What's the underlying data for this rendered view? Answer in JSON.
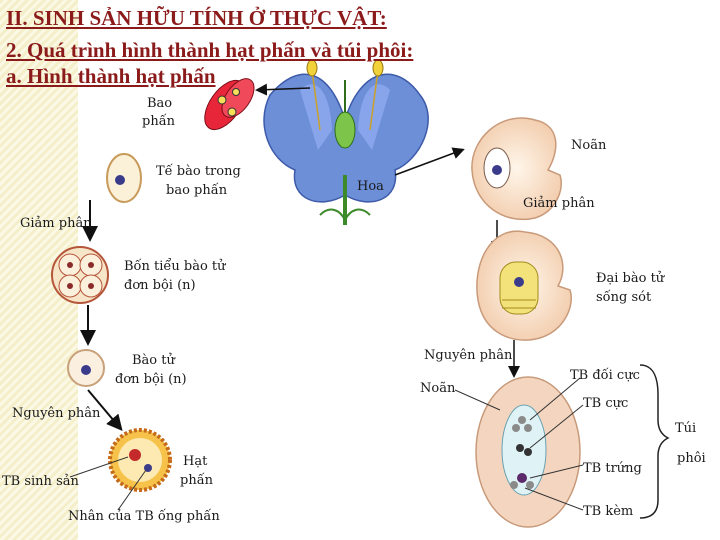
{
  "title": {
    "line1": "II. SINH SẢN HỮU TÍNH Ở THỰC VẬT:",
    "line2": "2. Quá trình hình thành hạt phấn và túi phôi:",
    "line3": "a. Hình thành hạt phấn"
  },
  "labels": {
    "bao_phan_1": "Bao",
    "bao_phan_2": "phấn",
    "noan_top": "Noãn",
    "hoa": "Hoa",
    "te_bao_1": "Tế bào trong",
    "te_bao_2": "bao phấn",
    "giam_phan_right": "Giảm phân",
    "giam_phan_left": "Giảm phân",
    "bon_tieu_1": "Bốn tiểu bào tử",
    "bon_tieu_2": "đơn bội (n)",
    "dai_bao_1": "Đại bào tử",
    "dai_bao_2": "sống sót",
    "bao_tu_1": "Bào tử",
    "bao_tu_2": "đơn bội (n)",
    "nguyen_phan_right": "Nguyên phân",
    "noan_bottom": "Noãn",
    "tb_doi_cuc": "TB đối cực",
    "nguyen_phan_left": "Nguyên phân",
    "tb_cuc": "TB cực",
    "tui": "Túi",
    "phoi": "phôi",
    "hat_1": "Hạt",
    "hat_2": "phấn",
    "tb_sinh_san": "TB sinh sản",
    "tb_trung": "TB trứng",
    "nhan_ong_phan": "Nhân của TB ống phấn",
    "tb_kem": "TB kèm"
  }
}
